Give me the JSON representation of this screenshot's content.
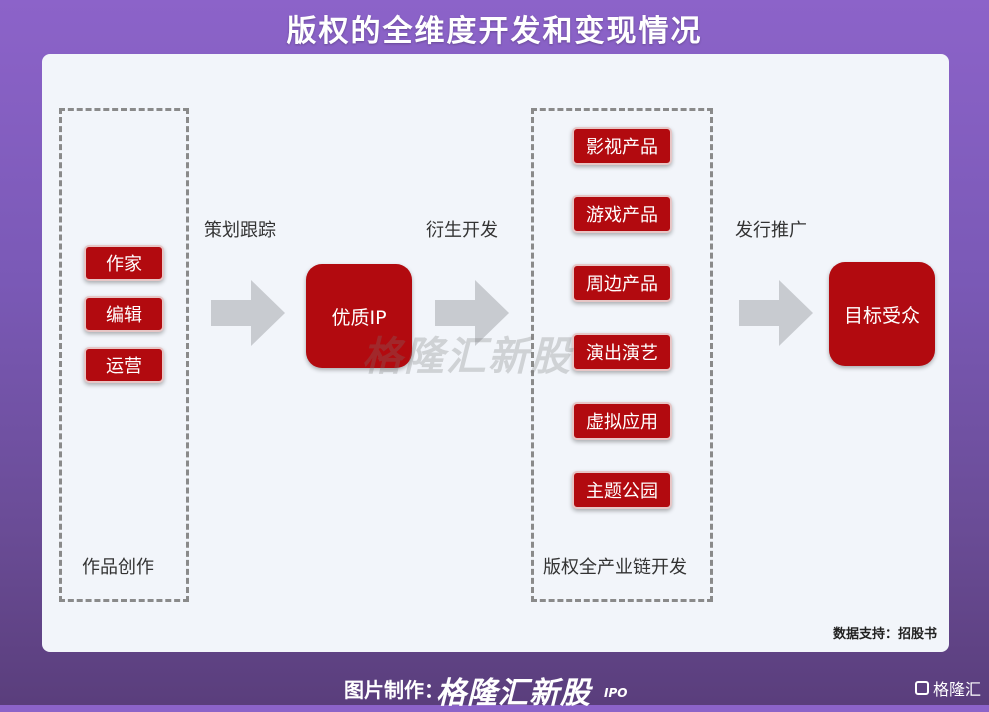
{
  "title": "版权的全维度开发和变现情况",
  "left_group": {
    "items": [
      "作家",
      "编辑",
      "运营"
    ],
    "caption": "作品创作"
  },
  "arrow_labels": [
    "策划跟踪",
    "衍生开发",
    "发行推广"
  ],
  "center_box": "优质IP",
  "right_group": {
    "items": [
      "影视产品",
      "游戏产品",
      "周边产品",
      "演出演艺",
      "虚拟应用",
      "主题公园"
    ],
    "caption": "版权全产业链开发"
  },
  "target_box": "目标受众",
  "watermark": "格隆汇新股",
  "source": "数据支持：招股书",
  "footer": {
    "prefix": "图片制作：",
    "brand": "格隆汇新股",
    "ipo": "IPO",
    "logo": "格隆汇"
  },
  "colors": {
    "box_red": "#b20a0f",
    "arrow_gray": "#c8cbd0",
    "bg_purple": "#8c63c9"
  }
}
